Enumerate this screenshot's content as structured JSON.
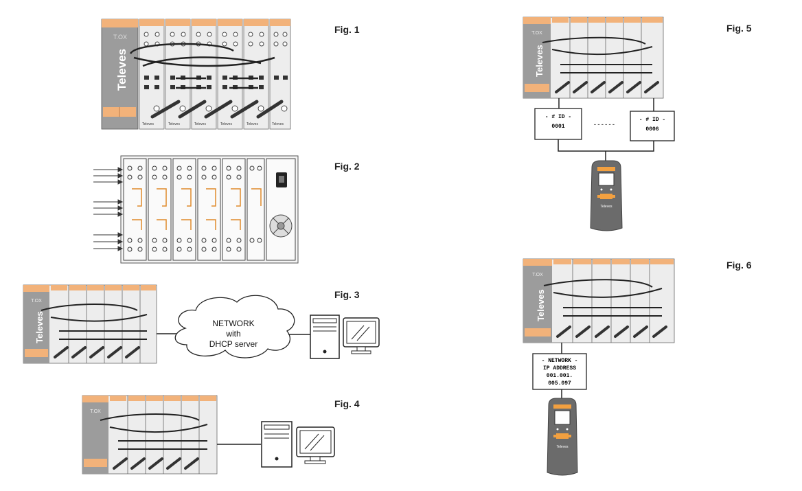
{
  "figures": {
    "fig1": {
      "label": "Fig. 1"
    },
    "fig2": {
      "label": "Fig. 2"
    },
    "fig3": {
      "label": "Fig. 3"
    },
    "fig4": {
      "label": "Fig. 4"
    },
    "fig5": {
      "label": "Fig. 5"
    },
    "fig6": {
      "label": "Fig. 6"
    }
  },
  "brand": {
    "name": "Televes",
    "logo": "T.OX",
    "small_brand": "Televes"
  },
  "fig3": {
    "cloud": [
      "NETWORK",
      "with",
      "DHCP server"
    ]
  },
  "fig5": {
    "box1": {
      "title": "- # ID -",
      "value": "0001"
    },
    "box2": {
      "title": "- # ID -",
      "value": "0006"
    },
    "dashes": "------"
  },
  "fig6": {
    "box": {
      "lines": [
        "- NETWORK -",
        "IP ADDRESS",
        "001.001.",
        "005.097"
      ]
    }
  },
  "colors": {
    "accent": "#f2b27a",
    "rack_gray": "#a3a3a3",
    "line": "#222222"
  }
}
